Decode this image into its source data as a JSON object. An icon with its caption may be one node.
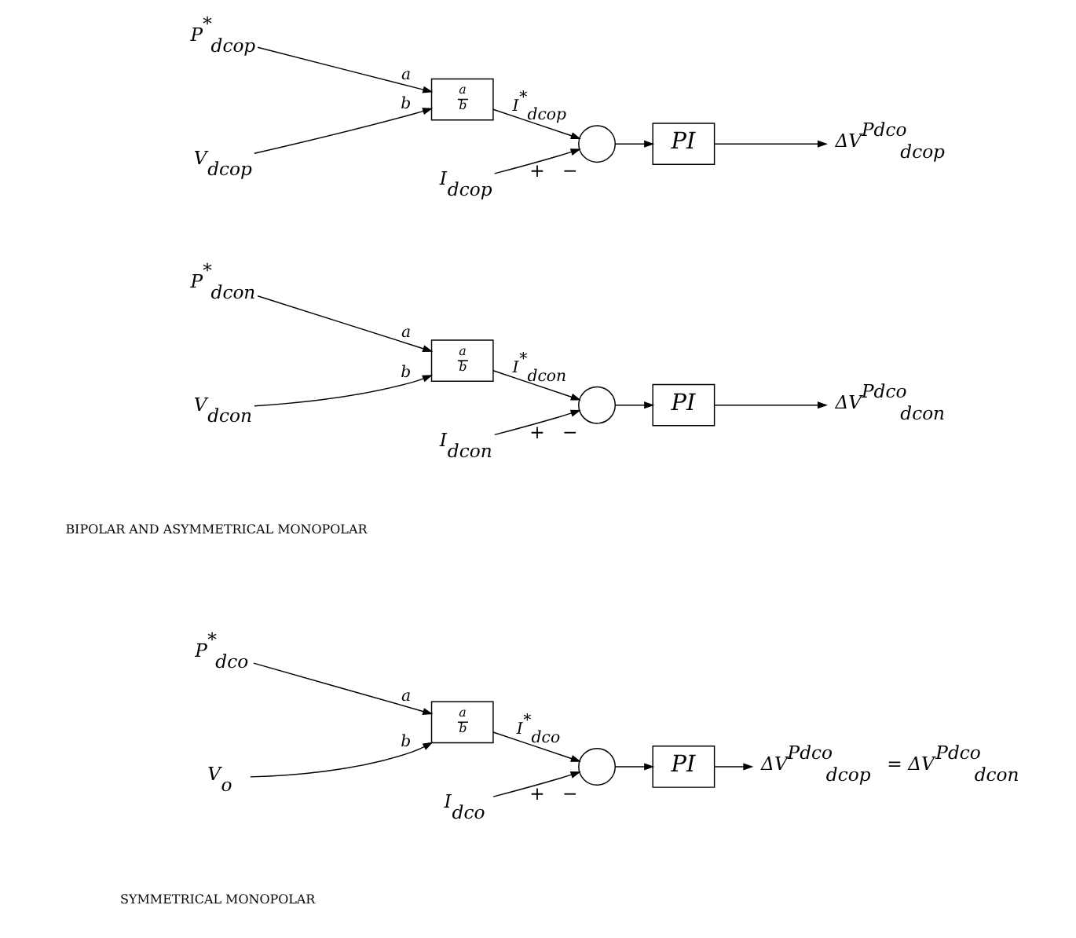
{
  "diagram": {
    "nodes": [
      {
        "text": [
          "P$^{*}$$_{dcop}$"
        ]
      },
      {
        "text": [
          "a",
          "b"
        ]
      },
      {
        "text": [
          "V$_{dcop}$"
        ]
      },
      {
        "text": [],
        "shape": "circle",
        "beside": [
          "+",
          "−"
        ]
      },
      {
        "text": [
          "I$_{dcop}$"
        ]
      },
      {
        "text": [
          "PI"
        ]
      },
      {
        "text": [
          "ΔV$^{Pdco}$$_{dcop}$"
        ]
      },
      {
        "text": [
          "P$^{*}$$_{dcon}$"
        ]
      },
      {
        "text": [
          "a",
          "b"
        ]
      },
      {
        "text": [
          "V$_{dcon}$"
        ]
      },
      {
        "text": [],
        "shape": "circle",
        "beside": [
          "+",
          "−"
        ]
      },
      {
        "text": [
          "I$_{dcon}$"
        ]
      },
      {
        "text": [
          "PI"
        ]
      },
      {
        "text": [
          "ΔV$^{Pdco}$$_{dcon}$"
        ]
      },
      {
        "text": [
          "P$^{*}$$_{dco}$"
        ]
      },
      {
        "text": [
          "a",
          "b"
        ]
      },
      {
        "text": [
          "V$_{o}$"
        ]
      },
      {
        "text": [],
        "shape": "circle",
        "beside": [
          "+",
          "−"
        ]
      },
      {
        "text": [
          "I$_{dco}$"
        ]
      },
      {
        "text": [
          "PI"
        ]
      },
      {
        "text": [
          "ΔV$^{Pdco}$$_{dcop}$ = ΔV$^{Pdco}$$_{dcon}$"
        ]
      }
    ],
    "edges": [
      {
        "from": 0,
        "to": 1,
        "arrow": "to",
        "label": "a"
      },
      {
        "from": 2,
        "to": 1,
        "arrow": "to",
        "label": "b"
      },
      {
        "from": 1,
        "to": 3,
        "arrow": "to",
        "label": "I$^{*}$$_{dcop}$"
      },
      {
        "from": 4,
        "to": 3,
        "arrow": "to"
      },
      {
        "from": 3,
        "to": 5,
        "arrow": "to"
      },
      {
        "from": 5,
        "to": 6,
        "arrow": "to"
      },
      {
        "from": 7,
        "to": 8,
        "arrow": "to",
        "label": "a"
      },
      {
        "from": 9,
        "to": 8,
        "arrow": "to",
        "label": "b"
      },
      {
        "from": 8,
        "to": 10,
        "arrow": "to",
        "label": "I$^{*}$$_{dcon}$"
      },
      {
        "from": 11,
        "to": 10,
        "arrow": "to"
      },
      {
        "from": 10,
        "to": 12,
        "arrow": "to"
      },
      {
        "from": 12,
        "to": 13,
        "arrow": "to"
      },
      {
        "from": 14,
        "to": 15,
        "arrow": "to",
        "label": "a"
      },
      {
        "from": 16,
        "to": 15,
        "arrow": "to",
        "label": "b"
      },
      {
        "from": 15,
        "to": 17,
        "arrow": "to",
        "label": "I$^{*}$$_{dco}$"
      },
      {
        "from": 18,
        "to": 17,
        "arrow": "to"
      },
      {
        "from": 17,
        "to": 19,
        "arrow": "to"
      },
      {
        "from": 19,
        "to": 20,
        "arrow": "to"
      }
    ],
    "labels": [
      "BIPOLAR AND ASYMMETRICAL MONOPOLAR",
      "SYMMETRICAL MONOPOLAR"
    ]
  }
}
